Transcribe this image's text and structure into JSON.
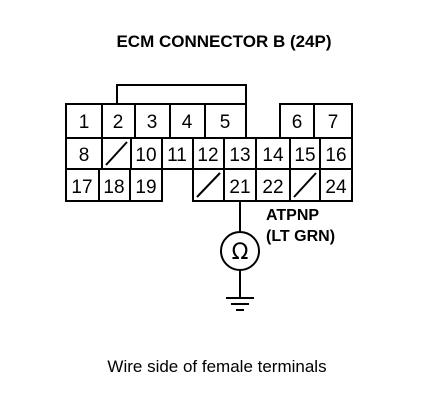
{
  "title": "ECM CONNECTOR B (24P)",
  "pins": {
    "p1": "1",
    "p2": "2",
    "p3": "3",
    "p4": "4",
    "p5": "5",
    "p6": "6",
    "p7": "7",
    "p8": "8",
    "p10": "10",
    "p11": "11",
    "p12": "12",
    "p13": "13",
    "p14": "14",
    "p15": "15",
    "p16": "16",
    "p17": "17",
    "p18": "18",
    "p19": "19",
    "p21": "21",
    "p22": "22",
    "p24": "24"
  },
  "signal": {
    "name": "ATPNP",
    "color": "(LT GRN)"
  },
  "meter_symbol": "Ω",
  "caption": "Wire side of female terminals"
}
